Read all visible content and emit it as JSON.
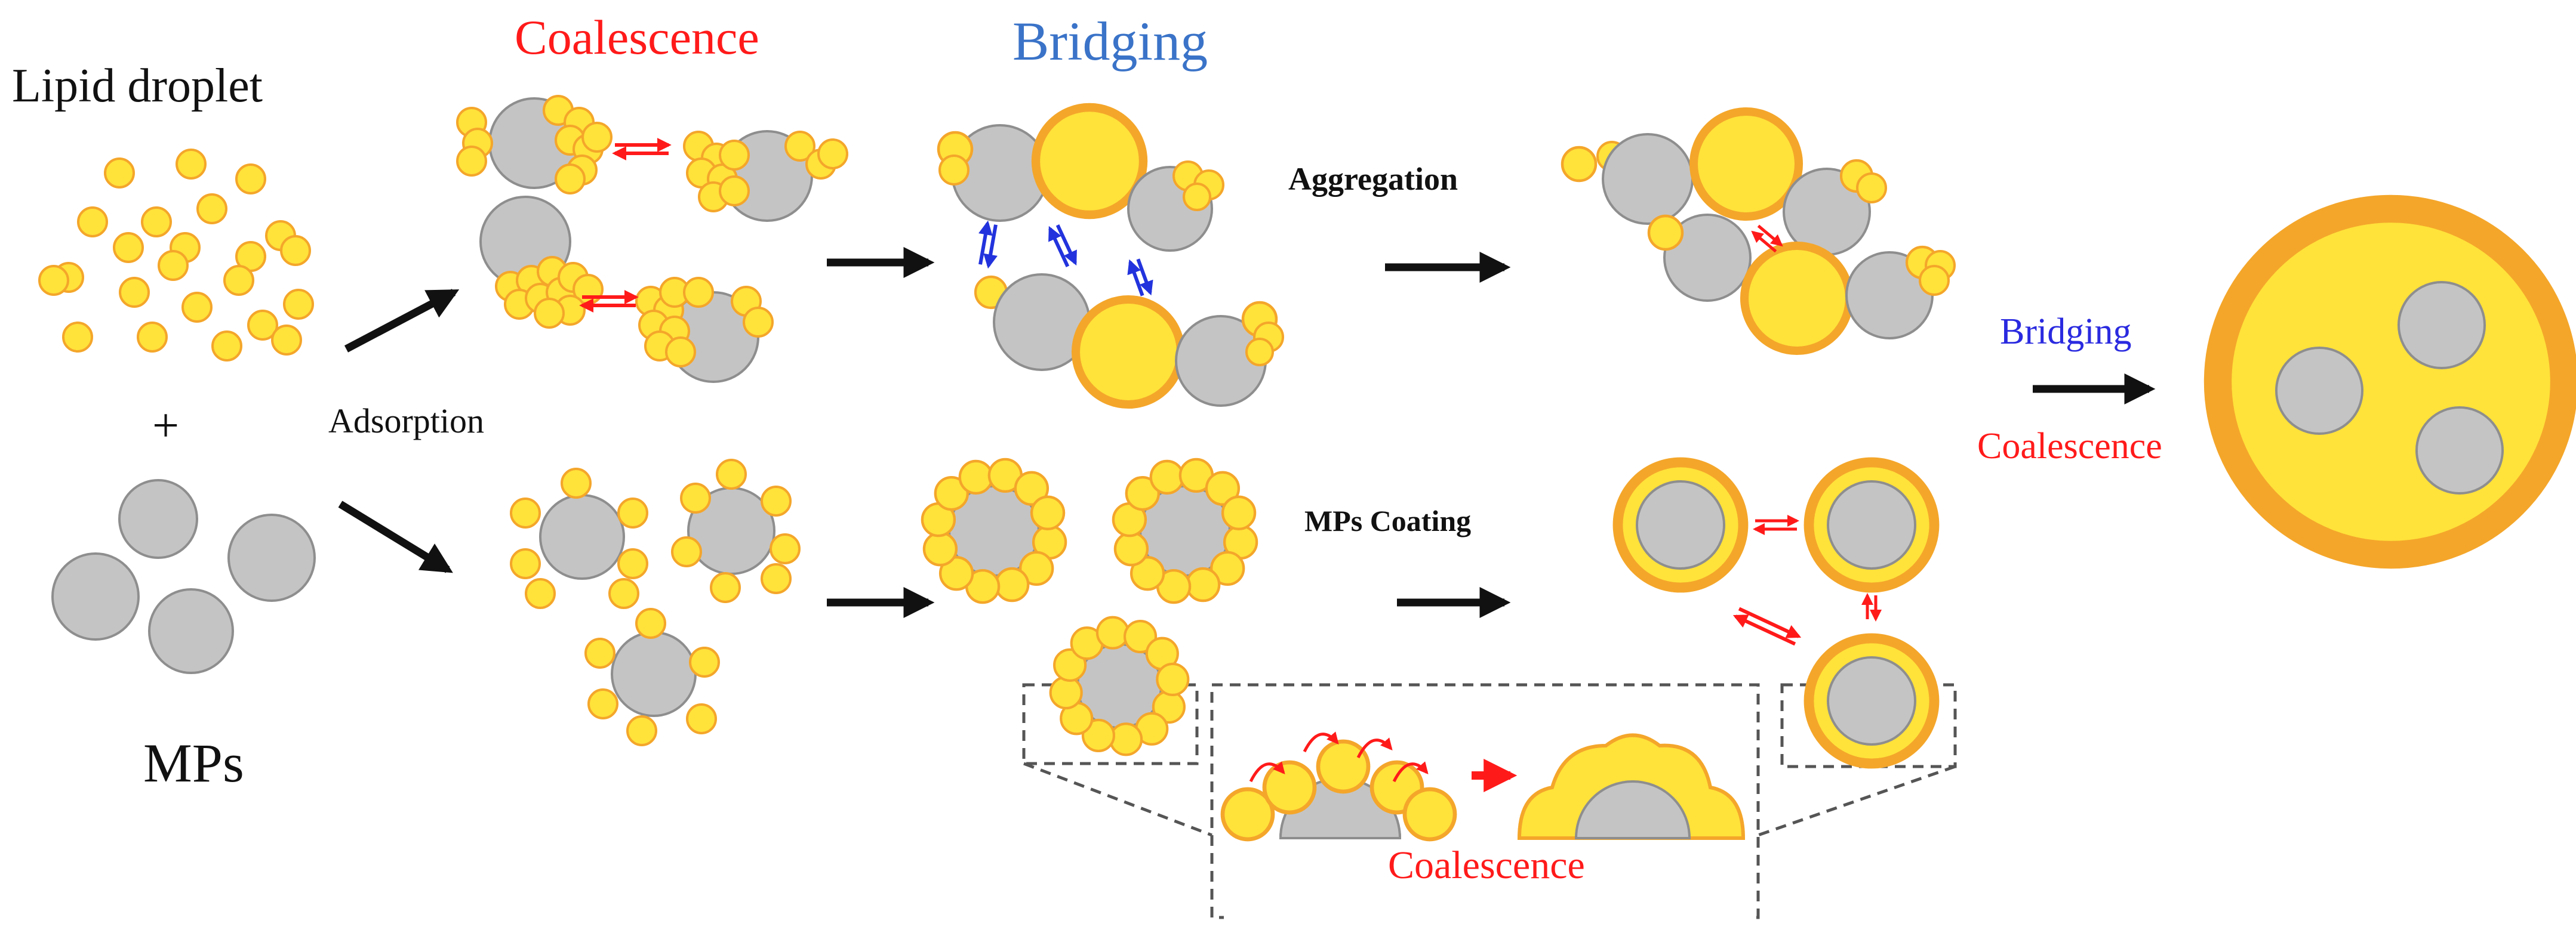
{
  "labels": {
    "lipid_droplet": "Lipid droplet",
    "plus": "+",
    "mps": "MPs",
    "adsorption": "Adsorption",
    "coalescence_top": "Coalescence",
    "bridging_top": "Bridging",
    "aggregation": "Aggregation",
    "mps_coating": "MPs Coating",
    "bridging_right": "Bridging",
    "coalescence_right": "Coalescence",
    "coalescence_inset": "Coalescence"
  },
  "colors": {
    "droplet_fill": "#ffe23a",
    "droplet_stroke": "#f4a62a",
    "mp_fill": "#c4c4c4",
    "mp_stroke": "#8e8e8e",
    "arrow_black": "#111111",
    "arrow_red": "#ff1a1a",
    "arrow_blue": "#2233dd"
  },
  "icons": {
    "process_arrow": "arrow-right",
    "equilibrium": "double-arrow"
  }
}
